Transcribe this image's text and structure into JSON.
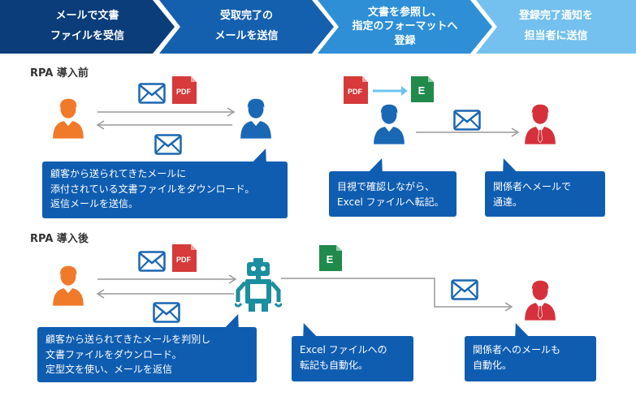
{
  "steps": [
    {
      "line1": "メールで文書",
      "line2": "ファイルを受信"
    },
    {
      "line1": "受取完了の",
      "line2": "メールを送信"
    },
    {
      "line1": "文書を参照し、",
      "line2": "指定のフォーマットへ",
      "line3": "登録"
    },
    {
      "line1": "登録完了通知を",
      "line2": "担当者に送信"
    }
  ],
  "before": {
    "title": "RPA 導入前",
    "bubble_customer": [
      "顧客から送られてきたメールに",
      "添付されている文書ファイルをダウンロード。",
      "返信メールを送信。"
    ],
    "bubble_staff": [
      "目視で確認しながら、",
      "Excel ファイルへ転記。"
    ],
    "bubble_manager": [
      "関係者へメールで",
      "通達。"
    ]
  },
  "after": {
    "title": "RPA 導入後",
    "bubble_customer": [
      "顧客から送られてきたメールを判別し",
      "文書ファイルをダウンロード。",
      "定型文を使い、メールを返信"
    ],
    "bubble_excel": [
      "Excel ファイルへの",
      "転記も自動化。"
    ],
    "bubble_manager": [
      "関係者へのメールも",
      "自動化。"
    ]
  },
  "icons": {
    "pdf_label": "PDF",
    "excel_label": "E"
  },
  "colors": {
    "step1": "#0a3d7a",
    "step2": "#1560ae",
    "step3": "#2e8fd6",
    "step4": "#74c0ee",
    "bubble": "#0f5db1",
    "customer": "#f07a2a",
    "staff": "#1a67b3",
    "manager": "#d6303c",
    "robot": "#1b8ea0",
    "pdf": "#d63a3a",
    "excel": "#1f8a4c",
    "mail": "#1a67b3",
    "panel_bg": "#cfe1ea"
  }
}
